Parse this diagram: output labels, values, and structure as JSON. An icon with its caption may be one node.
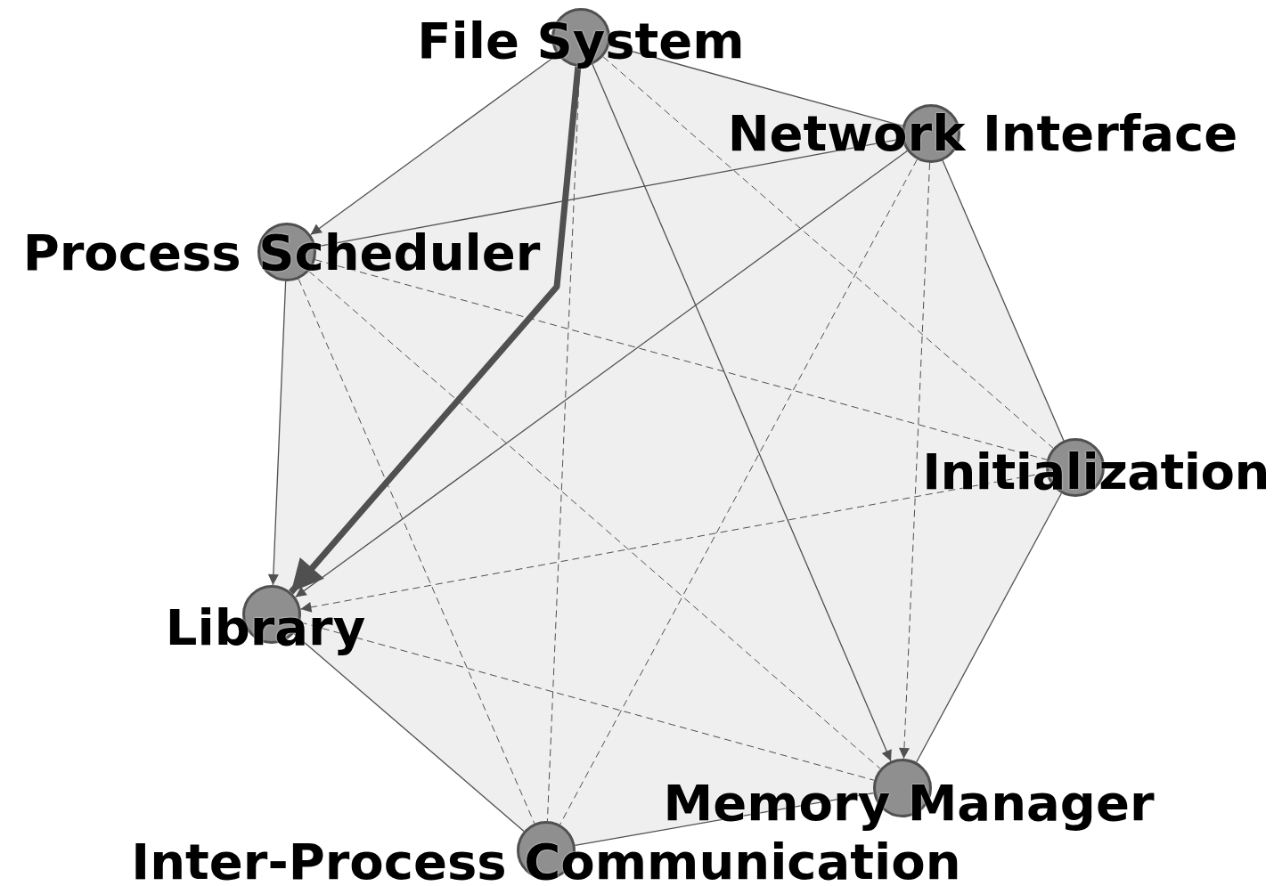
{
  "diagram": {
    "nodes": [
      {
        "text": [
          "File System"
        ]
      },
      {
        "text": [
          "Network Interface"
        ]
      },
      {
        "text": [
          "Process Scheduler"
        ]
      },
      {
        "text": [
          "Initialization"
        ]
      },
      {
        "text": [
          "Library"
        ]
      },
      {
        "text": [
          "Memory Manager"
        ]
      },
      {
        "text": [
          "Inter-Process Communication"
        ]
      }
    ],
    "edges": [
      {
        "from": 0,
        "to": 2,
        "arrow": "to"
      },
      {
        "from": 0,
        "to": 4,
        "arrow": "to",
        "style": "thick"
      },
      {
        "from": 0,
        "to": 6,
        "arrow": "none",
        "style": "dashed"
      },
      {
        "from": 0,
        "to": 5,
        "arrow": "to"
      },
      {
        "from": 0,
        "to": 3,
        "arrow": "none",
        "style": "dashed"
      },
      {
        "from": 0,
        "to": 1,
        "arrow": "none"
      },
      {
        "from": 1,
        "to": 2,
        "arrow": "none"
      },
      {
        "from": 1,
        "to": 4,
        "arrow": "to"
      },
      {
        "from": 1,
        "to": 6,
        "arrow": "none",
        "style": "dashed"
      },
      {
        "from": 1,
        "to": 5,
        "arrow": "to",
        "style": "dashed"
      },
      {
        "from": 1,
        "to": 3,
        "arrow": "none"
      },
      {
        "from": 2,
        "to": 4,
        "arrow": "to"
      },
      {
        "from": 2,
        "to": 3,
        "arrow": "none",
        "style": "dashed"
      },
      {
        "from": 2,
        "to": 6,
        "arrow": "none",
        "style": "dashed"
      },
      {
        "from": 2,
        "to": 5,
        "arrow": "none",
        "style": "dashed"
      },
      {
        "from": 3,
        "to": 4,
        "arrow": "to",
        "style": "dashed"
      },
      {
        "from": 3,
        "to": 5,
        "arrow": "none"
      },
      {
        "from": 4,
        "to": 5,
        "arrow": "none",
        "style": "dashed"
      },
      {
        "from": 4,
        "to": 6,
        "arrow": "none"
      },
      {
        "from": 6,
        "to": 5,
        "arrow": "none"
      }
    ]
  }
}
